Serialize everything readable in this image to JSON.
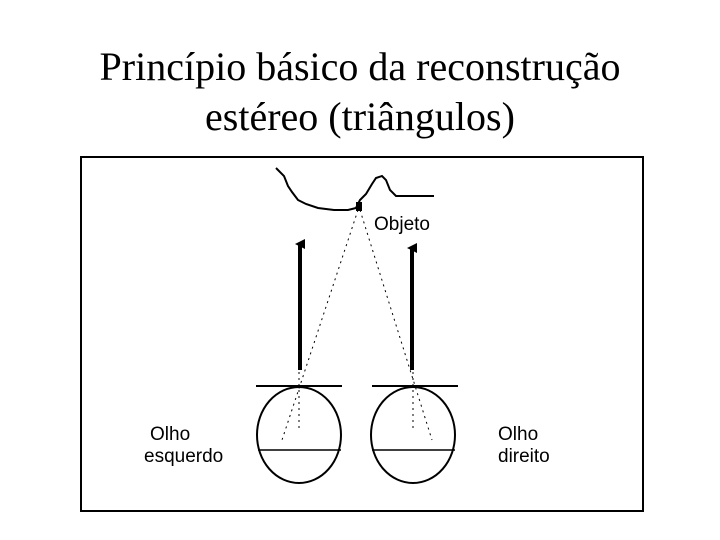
{
  "title": {
    "line1": "Princípio básico da reconstrução",
    "line2": "estéreo (triângulos)"
  },
  "diagram": {
    "object_label": "Objeto",
    "left_eye_label_line1": "Olho",
    "left_eye_label_line2": "esquerdo",
    "right_eye_label_line1": "Olho",
    "right_eye_label_line2": "direito"
  }
}
